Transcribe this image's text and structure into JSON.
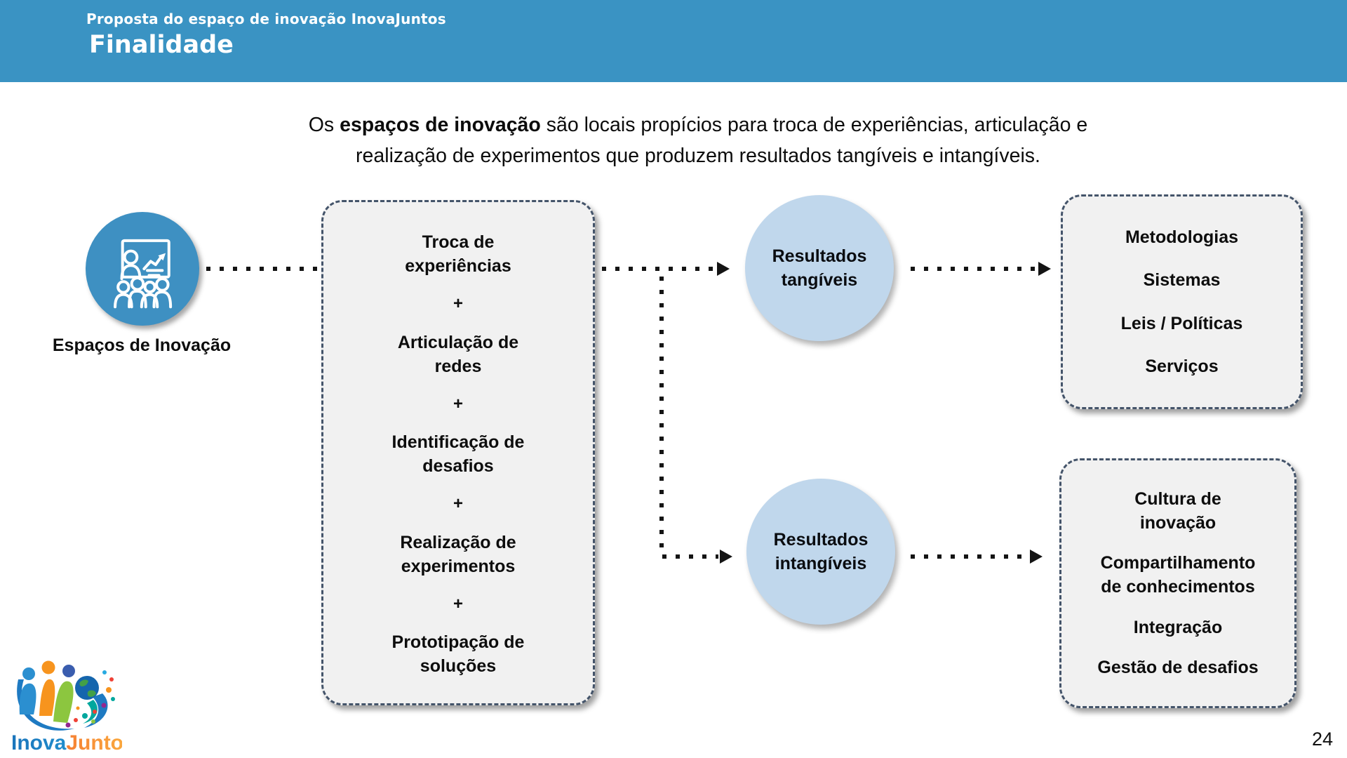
{
  "header": {
    "kicker": "Proposta do espaço de inovação InovaJuntos",
    "title": "Finalidade"
  },
  "intro": {
    "pre": "Os ",
    "bold": "espaços de inovação",
    "rest": " são locais propícios para troca de experiências, articulação e\nrealização de experimentos que produzem resultados tangíveis e intangíveis."
  },
  "diagram": {
    "source_label": "Espaços de Inovação",
    "process": {
      "plus": "+",
      "items": [
        "Troca de\nexperiências",
        "Articulação de\nredes",
        "Identificação de\ndesafios",
        "Realização de\nexperimentos",
        "Prototipação de\nsoluções"
      ]
    },
    "tangible": {
      "label": "Resultados\ntangíveis",
      "results": [
        "Metodologias",
        "Sistemas",
        "Leis / Políticas",
        "Serviços"
      ]
    },
    "intangible": {
      "label": "Resultados\nintangíveis",
      "results": [
        "Cultura de\ninovação",
        "Compartilhamento\nde conhecimentos",
        "Integração",
        "Gestão de desafios"
      ]
    }
  },
  "footer": {
    "logo_inova": "Inova",
    "logo_juntos": "Juntos",
    "page_number": "24"
  },
  "colors": {
    "header_bg": "#3a93c3",
    "source_circle": "#3e90c2",
    "result_circle": "#c0d7ec",
    "box_bg": "#f1f1f1",
    "box_border": "#44546a",
    "connector": "#141414"
  }
}
